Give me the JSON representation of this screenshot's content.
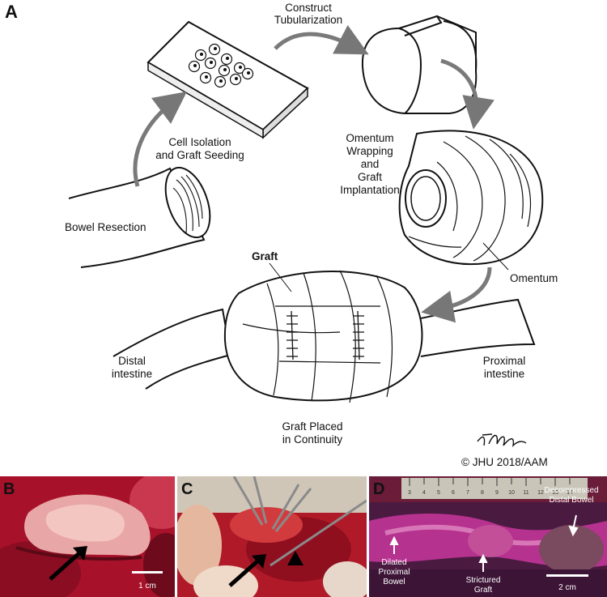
{
  "panel_a": {
    "letter": "A",
    "steps": {
      "construct": [
        "Construct",
        "Tubularization"
      ],
      "cell_isolation": [
        "Cell Isolation",
        "and Graft Seeding"
      ],
      "bowel_resection": "Bowel Resection",
      "omentum_wrapping": [
        "Omentum",
        "Wrapping",
        "and",
        "Graft",
        "Implantation"
      ],
      "omentum": "Omentum",
      "graft": "Graft",
      "distal": [
        "Distal",
        "intestine"
      ],
      "proximal": [
        "Proximal",
        "intestine"
      ],
      "continuity": [
        "Graft Placed",
        "in Continuity"
      ]
    },
    "copyright": "© JHU 2018/AAM"
  },
  "panel_b": {
    "letter": "B",
    "scale": "1 cm"
  },
  "panel_c": {
    "letter": "C"
  },
  "panel_d": {
    "letter": "D",
    "labels": {
      "decompressed": [
        "Decompressed",
        "Distal Bowel"
      ],
      "dilated": [
        "Dilated",
        "Proximal",
        "Bowel"
      ],
      "strictured": [
        "Strictured",
        "Graft"
      ]
    },
    "scale": "2 cm",
    "ruler_marks": [
      "3",
      "4",
      "5",
      "6",
      "7",
      "8",
      "9",
      "10",
      "11",
      "12",
      "13",
      "14"
    ]
  }
}
